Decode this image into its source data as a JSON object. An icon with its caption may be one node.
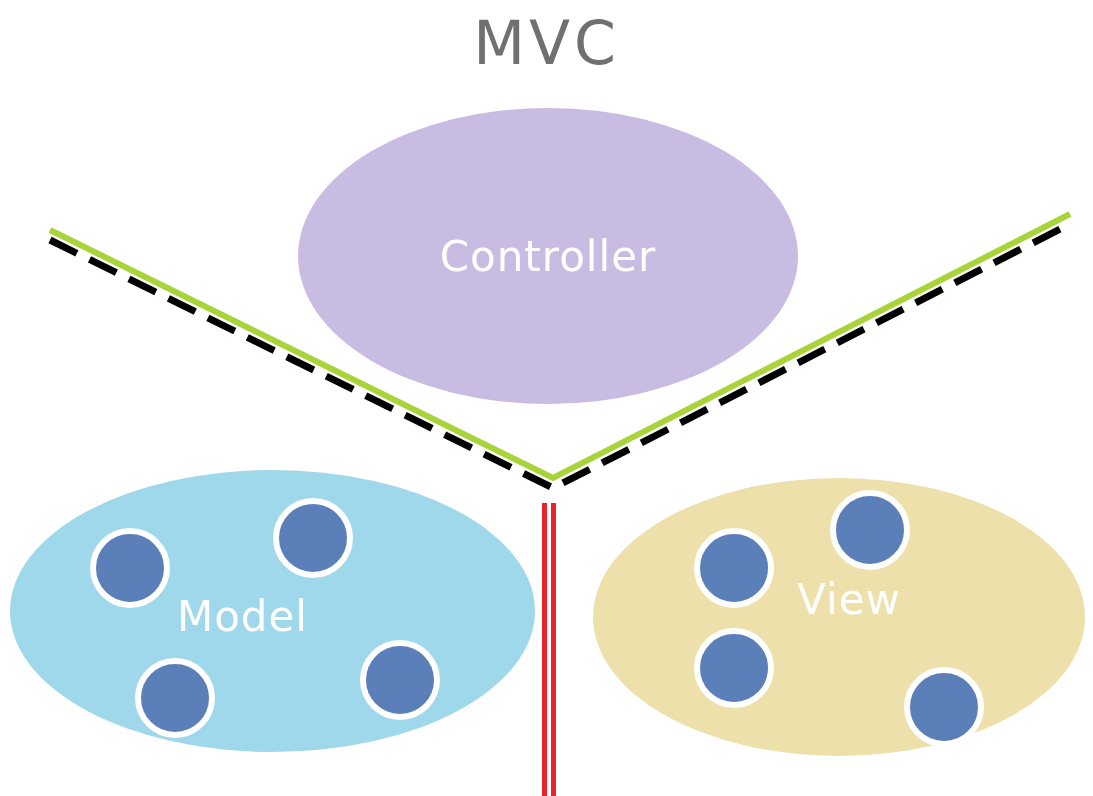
{
  "diagram": {
    "title": "MVC",
    "nodes": [
      {
        "text": [
          "Controller"
        ]
      },
      {
        "text": [
          "Model"
        ]
      },
      {
        "text": [],
        "shape": "circle",
        "in": 1
      },
      {
        "text": [],
        "shape": "circle",
        "in": 1
      },
      {
        "text": [],
        "shape": "circle",
        "in": 1
      },
      {
        "text": [],
        "shape": "circle",
        "in": 1
      },
      {
        "text": [
          "View"
        ]
      },
      {
        "text": [],
        "shape": "circle",
        "in": 6
      },
      {
        "text": [],
        "shape": "circle",
        "in": 6
      },
      {
        "text": [],
        "shape": "circle",
        "in": 6
      },
      {
        "text": [],
        "shape": "circle",
        "in": 6
      }
    ]
  }
}
